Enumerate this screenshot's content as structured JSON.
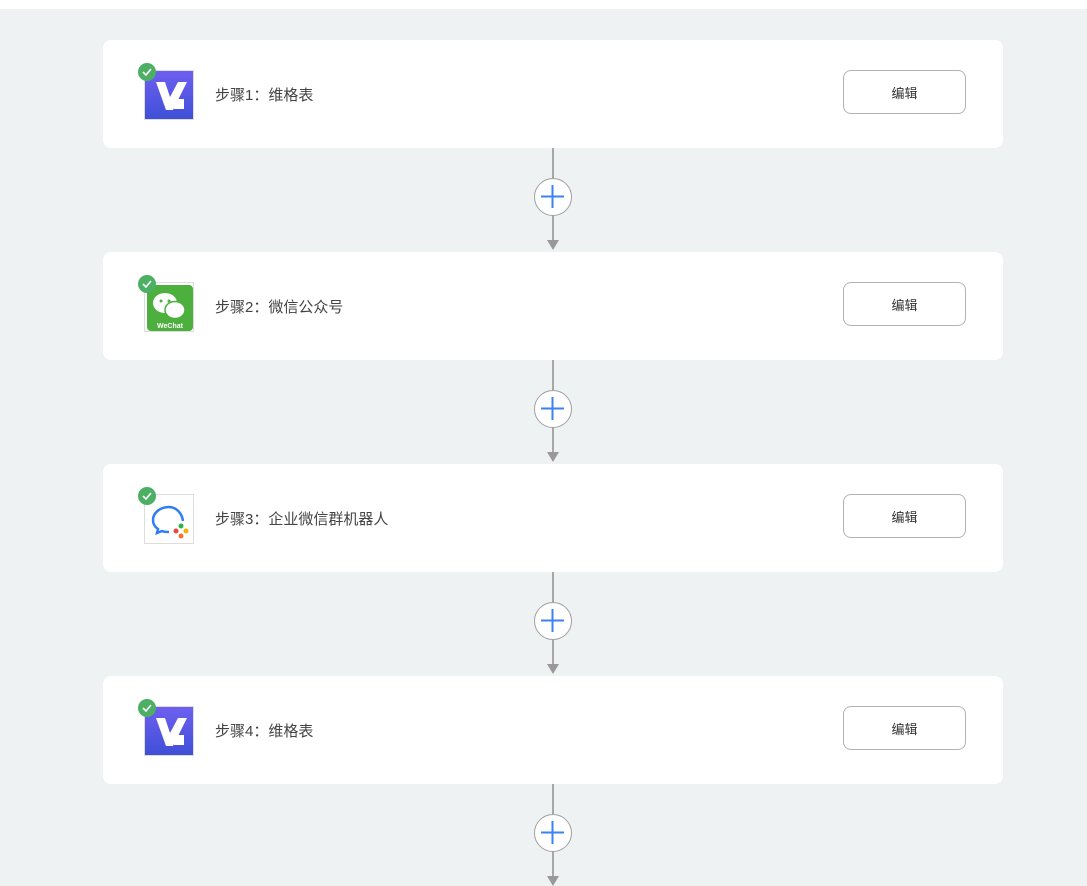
{
  "steps": [
    {
      "label": "步骤1：维格表",
      "icon": "vika-icon",
      "edit": "编辑"
    },
    {
      "label": "步骤2：微信公众号",
      "icon": "wechat-icon",
      "edit": "编辑"
    },
    {
      "label": "步骤3：企业微信群机器人",
      "icon": "wecom-icon",
      "edit": "编辑"
    },
    {
      "label": "步骤4：维格表",
      "icon": "vika-icon",
      "edit": "编辑"
    }
  ],
  "wechat_logo_text": "WeChat",
  "colors": {
    "background": "#eff2f3",
    "check": "#4caf64",
    "plus": "#3b82f6"
  }
}
